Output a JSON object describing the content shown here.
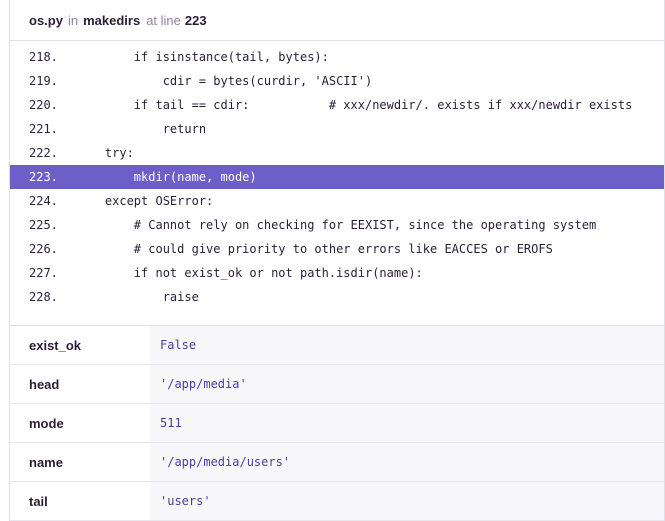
{
  "header": {
    "filename": "os.py",
    "in_label": "in",
    "function": "makedirs",
    "at_line_label": "at line",
    "line_number": "223"
  },
  "context": [
    {
      "line": "218.",
      "code": "        if isinstance(tail, bytes):"
    },
    {
      "line": "219.",
      "code": "            cdir = bytes(curdir, 'ASCII')"
    },
    {
      "line": "220.",
      "code": "        if tail == cdir:           # xxx/newdir/. exists if xxx/newdir exists"
    },
    {
      "line": "221.",
      "code": "            return"
    },
    {
      "line": "222.",
      "code": "    try:"
    },
    {
      "line": "223.",
      "code": "        mkdir(name, mode)"
    },
    {
      "line": "224.",
      "code": "    except OSError:"
    },
    {
      "line": "225.",
      "code": "        # Cannot rely on checking for EEXIST, since the operating system"
    },
    {
      "line": "226.",
      "code": "        # could give priority to other errors like EACCES or EROFS"
    },
    {
      "line": "227.",
      "code": "        if not exist_ok or not path.isdir(name):"
    },
    {
      "line": "228.",
      "code": "            raise"
    }
  ],
  "active_line": "223.",
  "variables": [
    {
      "key": "exist_ok",
      "value": "False"
    },
    {
      "key": "head",
      "value": "'/app/media'"
    },
    {
      "key": "mode",
      "value": "511"
    },
    {
      "key": "name",
      "value": "'/app/media/users'"
    },
    {
      "key": "tail",
      "value": "'users'"
    }
  ],
  "colors": {
    "highlight": "#6c5fc7",
    "text": "#2b1d38",
    "muted": "#9585a3",
    "value": "#4b3ca0"
  }
}
